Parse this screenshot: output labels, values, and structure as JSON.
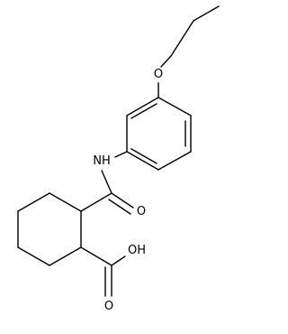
{
  "molecule": {
    "atom_labels": {
      "ether_oxygen": "O",
      "amide_nh": "NH",
      "carbonyl_oxygen": "O",
      "hydroxyl": "OH",
      "acid_oxygen": "O"
    },
    "colors": {
      "bond": "#000000",
      "label": "#000000",
      "background": "#ffffff"
    }
  }
}
